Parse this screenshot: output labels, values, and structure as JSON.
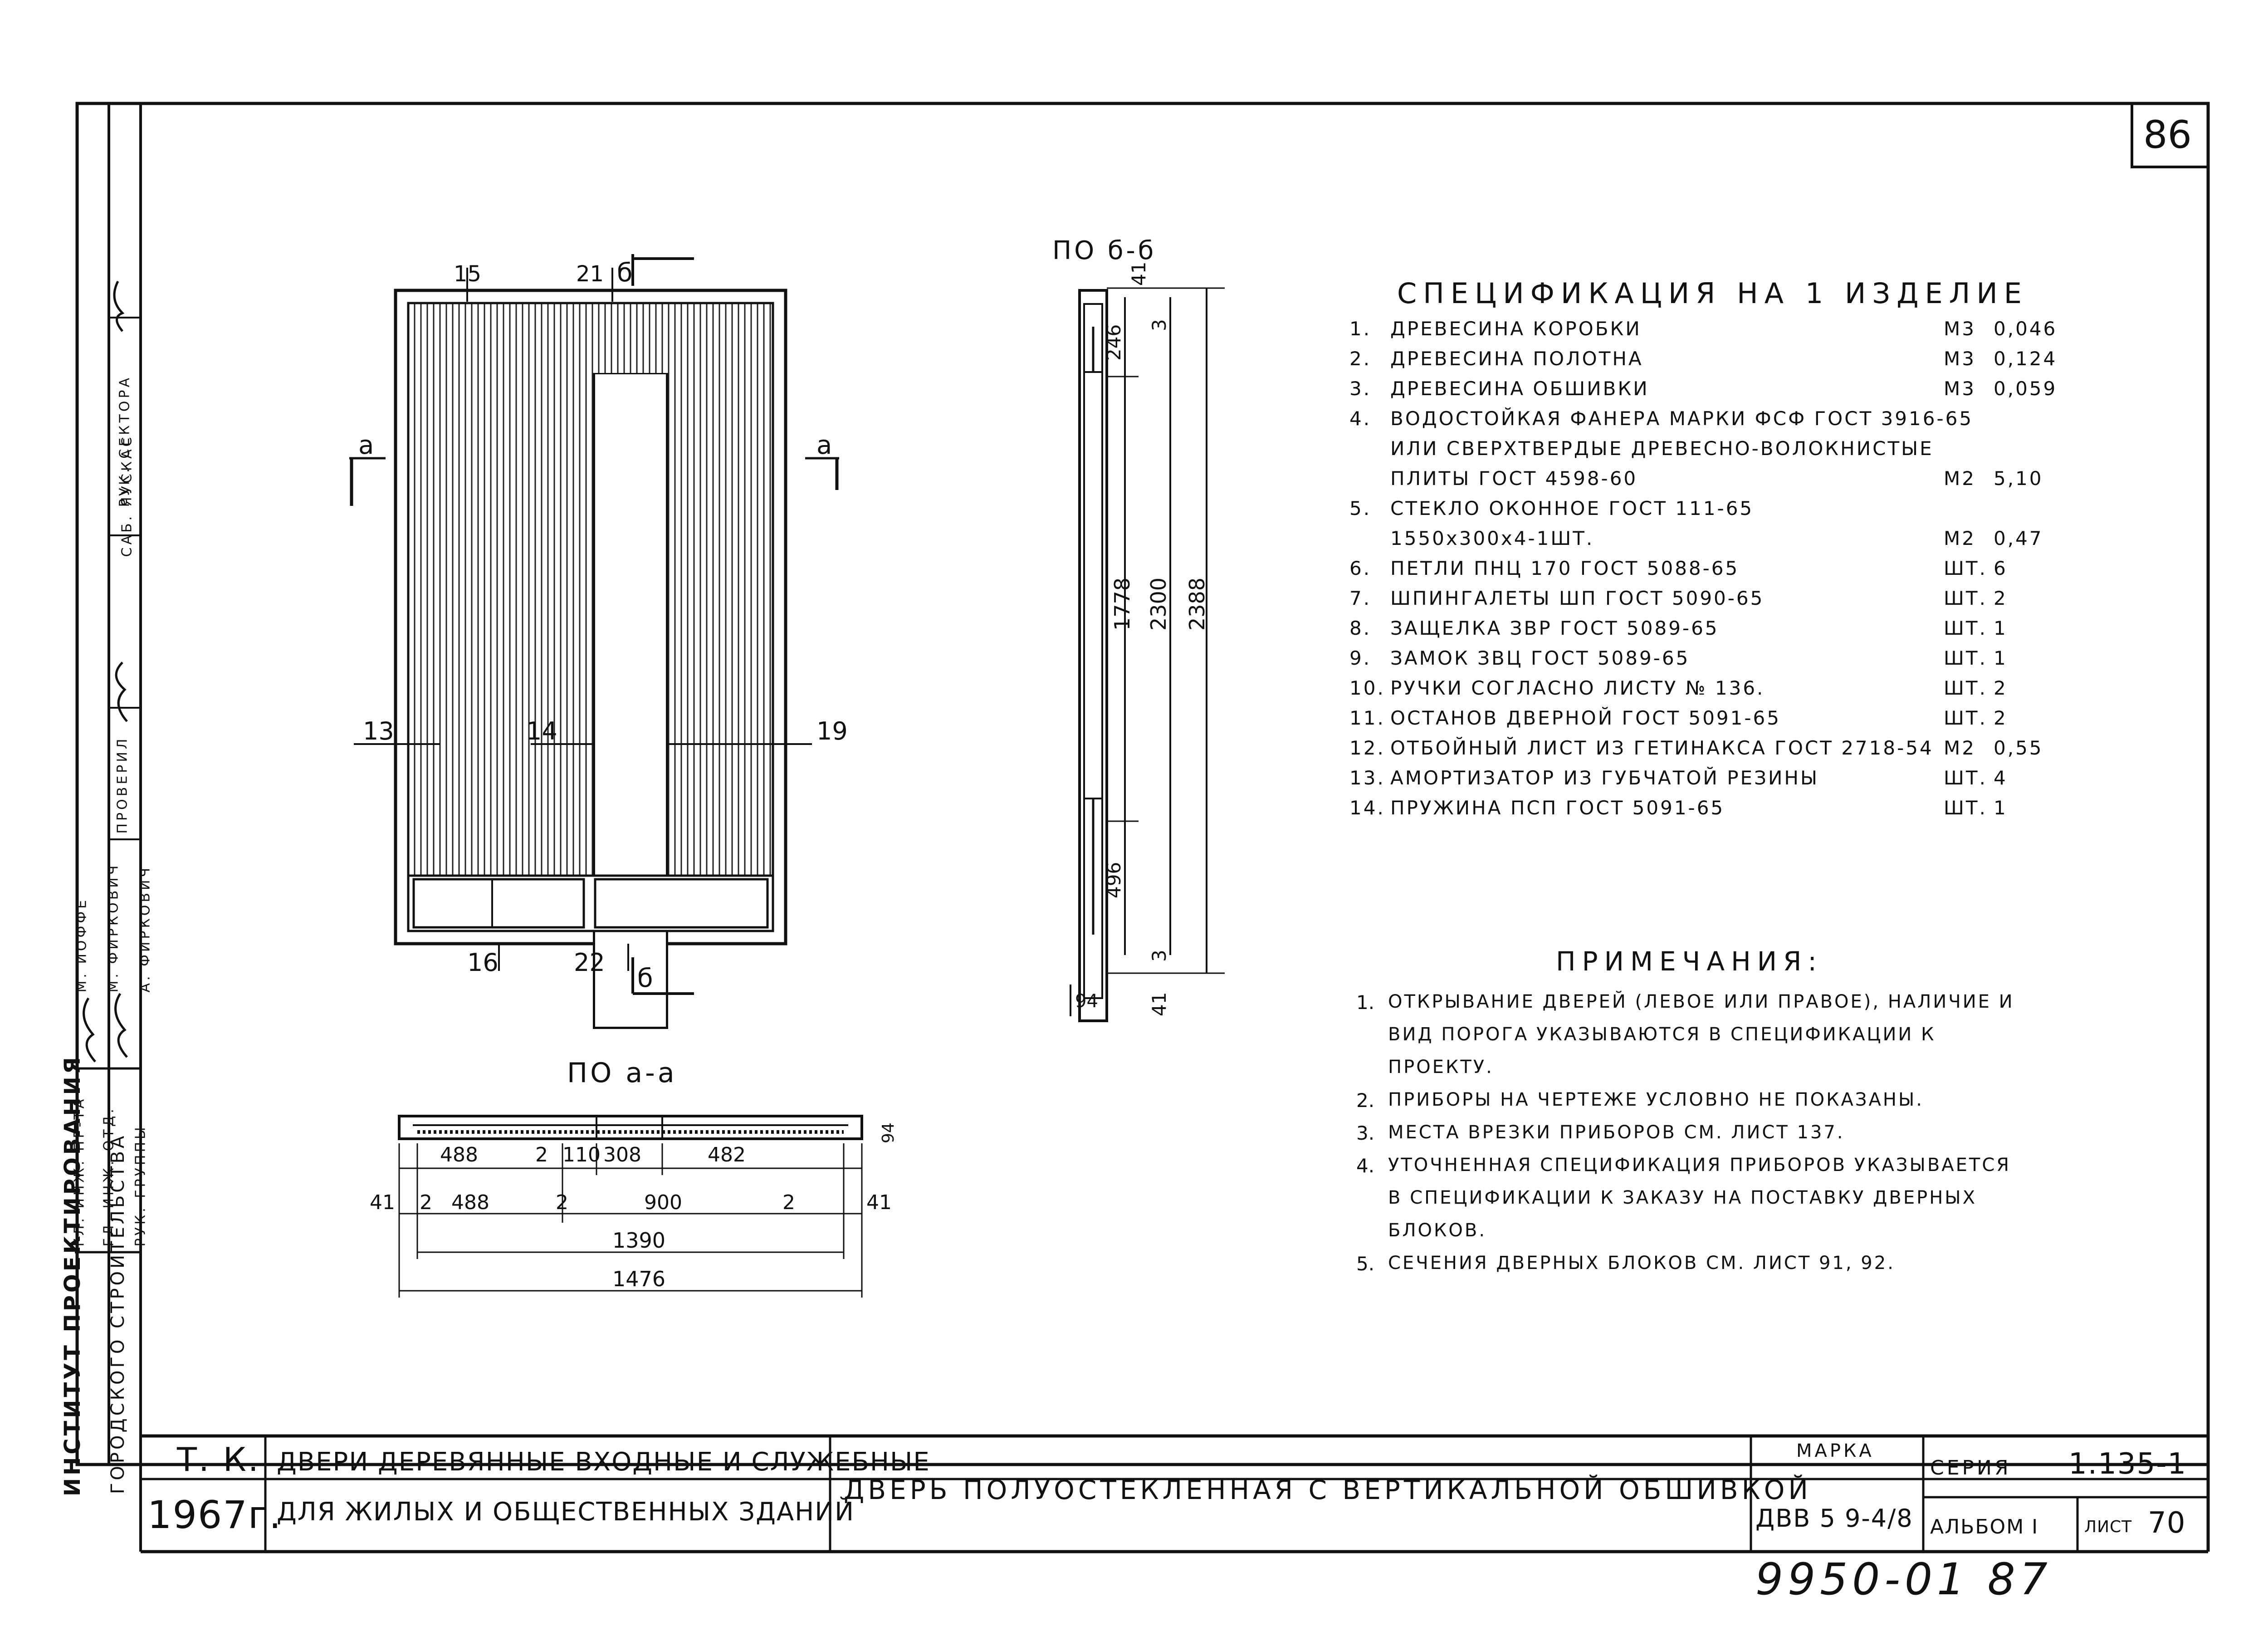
{
  "sheet": {
    "page_number": "86",
    "stamp_number": "9950-01 87"
  },
  "side_stamp": {
    "institute_1": "ИНСТИТУТ ПРОЕКТИРОВАНИЯ",
    "institute_2": "ГОРОДСКОГО СТРОИТЕЛЬСТВА",
    "roles": [
      "ГЛ. ИНЖ. ОТД.",
      "РУК. ГРУППЫ",
      "ГЛ. ИНЖ. ПР-ТА",
      "РУК. СЕКТОРА",
      "ПРОВЕРИЛ"
    ],
    "names": [
      "М. ИОФФЕ",
      "М. ФИРКОВИЧ",
      "А. ФИРКОВИЧ",
      "САБ. ЯУСКАС"
    ]
  },
  "views": {
    "section_b": "ПО б-б",
    "section_a": "ПО а-а",
    "cut_a": "а",
    "cut_b": "б",
    "callouts": [
      "15",
      "21",
      "13",
      "14",
      "19",
      "16",
      "22"
    ],
    "section_b_dims": [
      "41",
      "246",
      "3",
      "1778",
      "2300",
      "2388",
      "496",
      "3",
      "41",
      "94"
    ],
    "section_a_row1": [
      "488",
      "2",
      "110",
      "308",
      "482"
    ],
    "section_a_row2": [
      "41",
      "2",
      "488",
      "2",
      "900",
      "2",
      "41"
    ],
    "section_a_total_inner": "1390",
    "section_a_total": "1476",
    "section_a_depth": "94"
  },
  "specification": {
    "title": "СПЕЦИФИКАЦИЯ НА 1 ИЗДЕЛИЕ",
    "items": [
      {
        "no": "1.",
        "name": "ДРЕВЕСИНА КОРОБКИ",
        "unit": "М3",
        "qty": "0,046"
      },
      {
        "no": "2.",
        "name": "ДРЕВЕСИНА ПОЛОТНА",
        "unit": "М3",
        "qty": "0,124"
      },
      {
        "no": "3.",
        "name": "ДРЕВЕСИНА ОБШИВКИ",
        "unit": "М3",
        "qty": "0,059"
      },
      {
        "no": "4.",
        "name": "ВОДОСТОЙКАЯ ФАНЕРА МАРКИ ФСФ ГОСТ 3916-65",
        "unit": "",
        "qty": ""
      },
      {
        "no": "",
        "name": "ИЛИ СВЕРХТВЕРДЫЕ ДРЕВЕСНО-ВОЛОКНИСТЫЕ",
        "unit": "",
        "qty": ""
      },
      {
        "no": "",
        "name": "ПЛИТЫ ГОСТ 4598-60",
        "unit": "М2",
        "qty": "5,10"
      },
      {
        "no": "5.",
        "name": "СТЕКЛО ОКОННОЕ ГОСТ 111-65",
        "unit": "",
        "qty": ""
      },
      {
        "no": "",
        "name": "1550х300х4-1ШТ.",
        "unit": "М2",
        "qty": "0,47"
      },
      {
        "no": "6.",
        "name": "ПЕТЛИ ПНЦ 170 ГОСТ 5088-65",
        "unit": "ШТ.",
        "qty": "6"
      },
      {
        "no": "7.",
        "name": "ШПИНГАЛЕТЫ ШП ГОСТ 5090-65",
        "unit": "ШТ.",
        "qty": "2"
      },
      {
        "no": "8.",
        "name": "ЗАЩЕЛКА ЗВР ГОСТ 5089-65",
        "unit": "ШТ.",
        "qty": "1"
      },
      {
        "no": "9.",
        "name": "ЗАМОК ЗВЦ ГОСТ 5089-65",
        "unit": "ШТ.",
        "qty": "1"
      },
      {
        "no": "10.",
        "name": "РУЧКИ СОГЛАСНО ЛИСТУ № 136.",
        "unit": "ШТ.",
        "qty": "2"
      },
      {
        "no": "11.",
        "name": "ОСТАНОВ ДВЕРНОЙ ГОСТ 5091-65",
        "unit": "ШТ.",
        "qty": "2"
      },
      {
        "no": "12.",
        "name": "ОТБОЙНЫЙ ЛИСТ ИЗ ГЕТИНАКСА ГОСТ 2718-54",
        "unit": "М2",
        "qty": "0,55"
      },
      {
        "no": "13.",
        "name": "АМОРТИЗАТОР ИЗ ГУБЧАТОЙ РЕЗИНЫ",
        "unit": "ШТ.",
        "qty": "4"
      },
      {
        "no": "14.",
        "name": "ПРУЖИНА ПСП ГОСТ 5091-65",
        "unit": "ШТ.",
        "qty": "1"
      }
    ]
  },
  "notes": {
    "title": "ПРИМЕЧАНИЯ:",
    "items": [
      {
        "no": "1.",
        "lines": [
          "ОТКРЫВАНИЕ ДВЕРЕЙ (ЛЕВОЕ ИЛИ ПРАВОЕ), НАЛИЧИЕ И",
          "ВИД ПОРОГА УКАЗЫВАЮТСЯ В СПЕЦИФИКАЦИИ К",
          "ПРОЕКТУ."
        ]
      },
      {
        "no": "2.",
        "lines": [
          "ПРИБОРЫ НА ЧЕРТЕЖЕ УСЛОВНО НЕ ПОКАЗАНЫ."
        ]
      },
      {
        "no": "3.",
        "lines": [
          "МЕСТА ВРЕЗКИ ПРИБОРОВ СМ. ЛИСТ 137."
        ]
      },
      {
        "no": "4.",
        "lines": [
          "УТОЧНЕННАЯ СПЕЦИФИКАЦИЯ ПРИБОРОВ УКАЗЫВАЕТСЯ",
          "В СПЕЦИФИКАЦИИ К ЗАКАЗУ НА ПОСТАВКУ ДВЕРНЫХ",
          "БЛОКОВ."
        ]
      },
      {
        "no": "5.",
        "lines": [
          "СЕЧЕНИЯ ДВЕРНЫХ БЛОКОВ СМ. ЛИСТ 91, 92."
        ]
      }
    ]
  },
  "title_block": {
    "org": "Т. К.",
    "year": "1967г.",
    "series_title_1": "ДВЕРИ ДЕРЕВЯННЫЕ ВХОДНЫЕ И СЛУЖЕБНЫЕ",
    "series_title_2": "ДЛЯ ЖИЛЫХ И ОБЩЕСТВЕННЫХ ЗДАНИЙ",
    "drawing_title": "ДВЕРЬ ПОЛУОСТЕКЛЕННАЯ С ВЕРТИКАЛЬНОЙ ОБШИВКОЙ",
    "mark_label": "МАРКА",
    "mark_value": "ДВВ 5 9-4/8",
    "series_label": "СЕРИЯ",
    "series_value": "1.135-1",
    "album_label": "АЛЬБОМ I",
    "sheet_label": "ЛИСТ",
    "sheet_value": "70"
  }
}
